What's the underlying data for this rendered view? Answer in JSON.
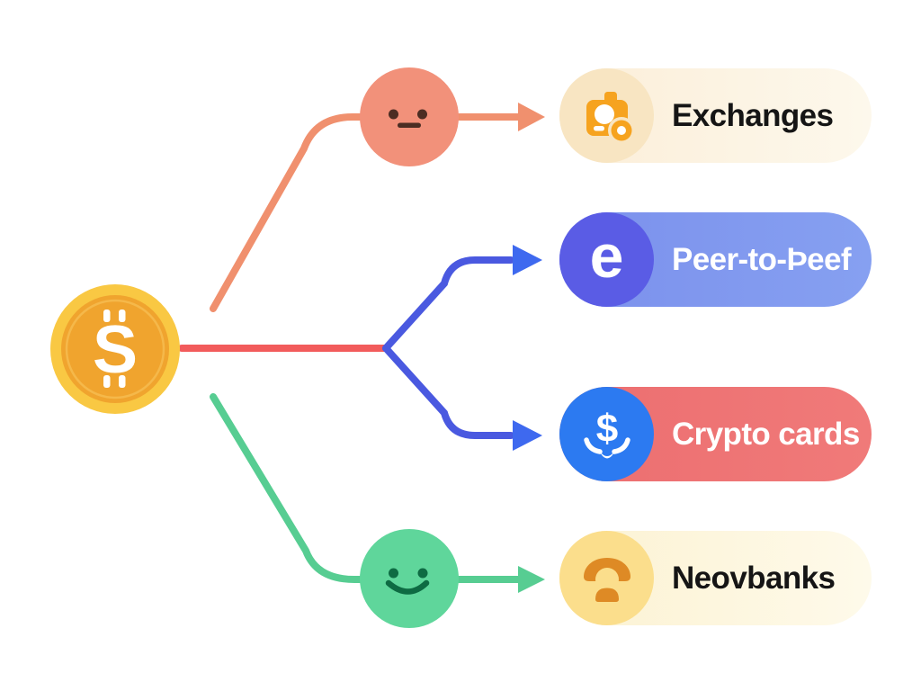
{
  "background": "#FFFFFF",
  "root_node": {
    "icon": "dollar-coin-icon",
    "symbol": "$",
    "coin_glyph": "S",
    "colors": {
      "outer": "#F9C843",
      "inner": "#F0A42E",
      "glyph": "#FFFFFF",
      "ring": "#F5B84A"
    }
  },
  "intermediate_nodes": [
    {
      "icon": "neutral-face-icon",
      "color": "#F2917A",
      "feature_color": "#4C2D23"
    },
    {
      "icon": "happy-face-icon",
      "color": "#5FD69B",
      "feature_color": "#0E6B43"
    }
  ],
  "connectors": [
    {
      "to": "Exchanges",
      "color": "#F0906E",
      "arrow_color": "#F0906E"
    },
    {
      "to": "Peer-to-Þeef",
      "color": "#4A59E0",
      "arrow_color": "#3E69EF"
    },
    {
      "to": "Crypto cards",
      "color": "#4A59E0",
      "arrow_color": "#3E69EF"
    },
    {
      "to": "Neovbanks",
      "color": "#57CD92",
      "arrow_color": "#57CD92"
    },
    {
      "trunk": "coin-to-fork",
      "color": "#F25B5B"
    }
  ],
  "branches": [
    {
      "label": "Exchanges",
      "icon": "briefcase-coin-icon",
      "icon_symbol": "",
      "pill_bg": "#FBEED8",
      "circle_bg": "#F8E5C2",
      "icon_color": "#F6A31F",
      "text_color": "#151515"
    },
    {
      "label": "Peer-to-Þeef",
      "icon": "e-logo-icon",
      "icon_symbol": "e",
      "pill_bg": "#7E95ED",
      "circle_bg": "#5A5CE5",
      "icon_color": "#FFFFFF",
      "text_color": "#FFFFFF"
    },
    {
      "label": "Crypto cards",
      "icon": "dollar-hands-icon",
      "icon_symbol": "$",
      "pill_bg": "#ED7172",
      "circle_bg": "#2C7AF1",
      "icon_color": "#FFFFFF",
      "text_color": "#FFFFFF"
    },
    {
      "label": "Neovbanks",
      "icon": "person-dome-icon",
      "icon_symbol": "",
      "pill_bg": "#FCF2D2",
      "circle_bg": "#FBDE8C",
      "icon_color": "#DE8A25",
      "text_color": "#151515"
    }
  ]
}
